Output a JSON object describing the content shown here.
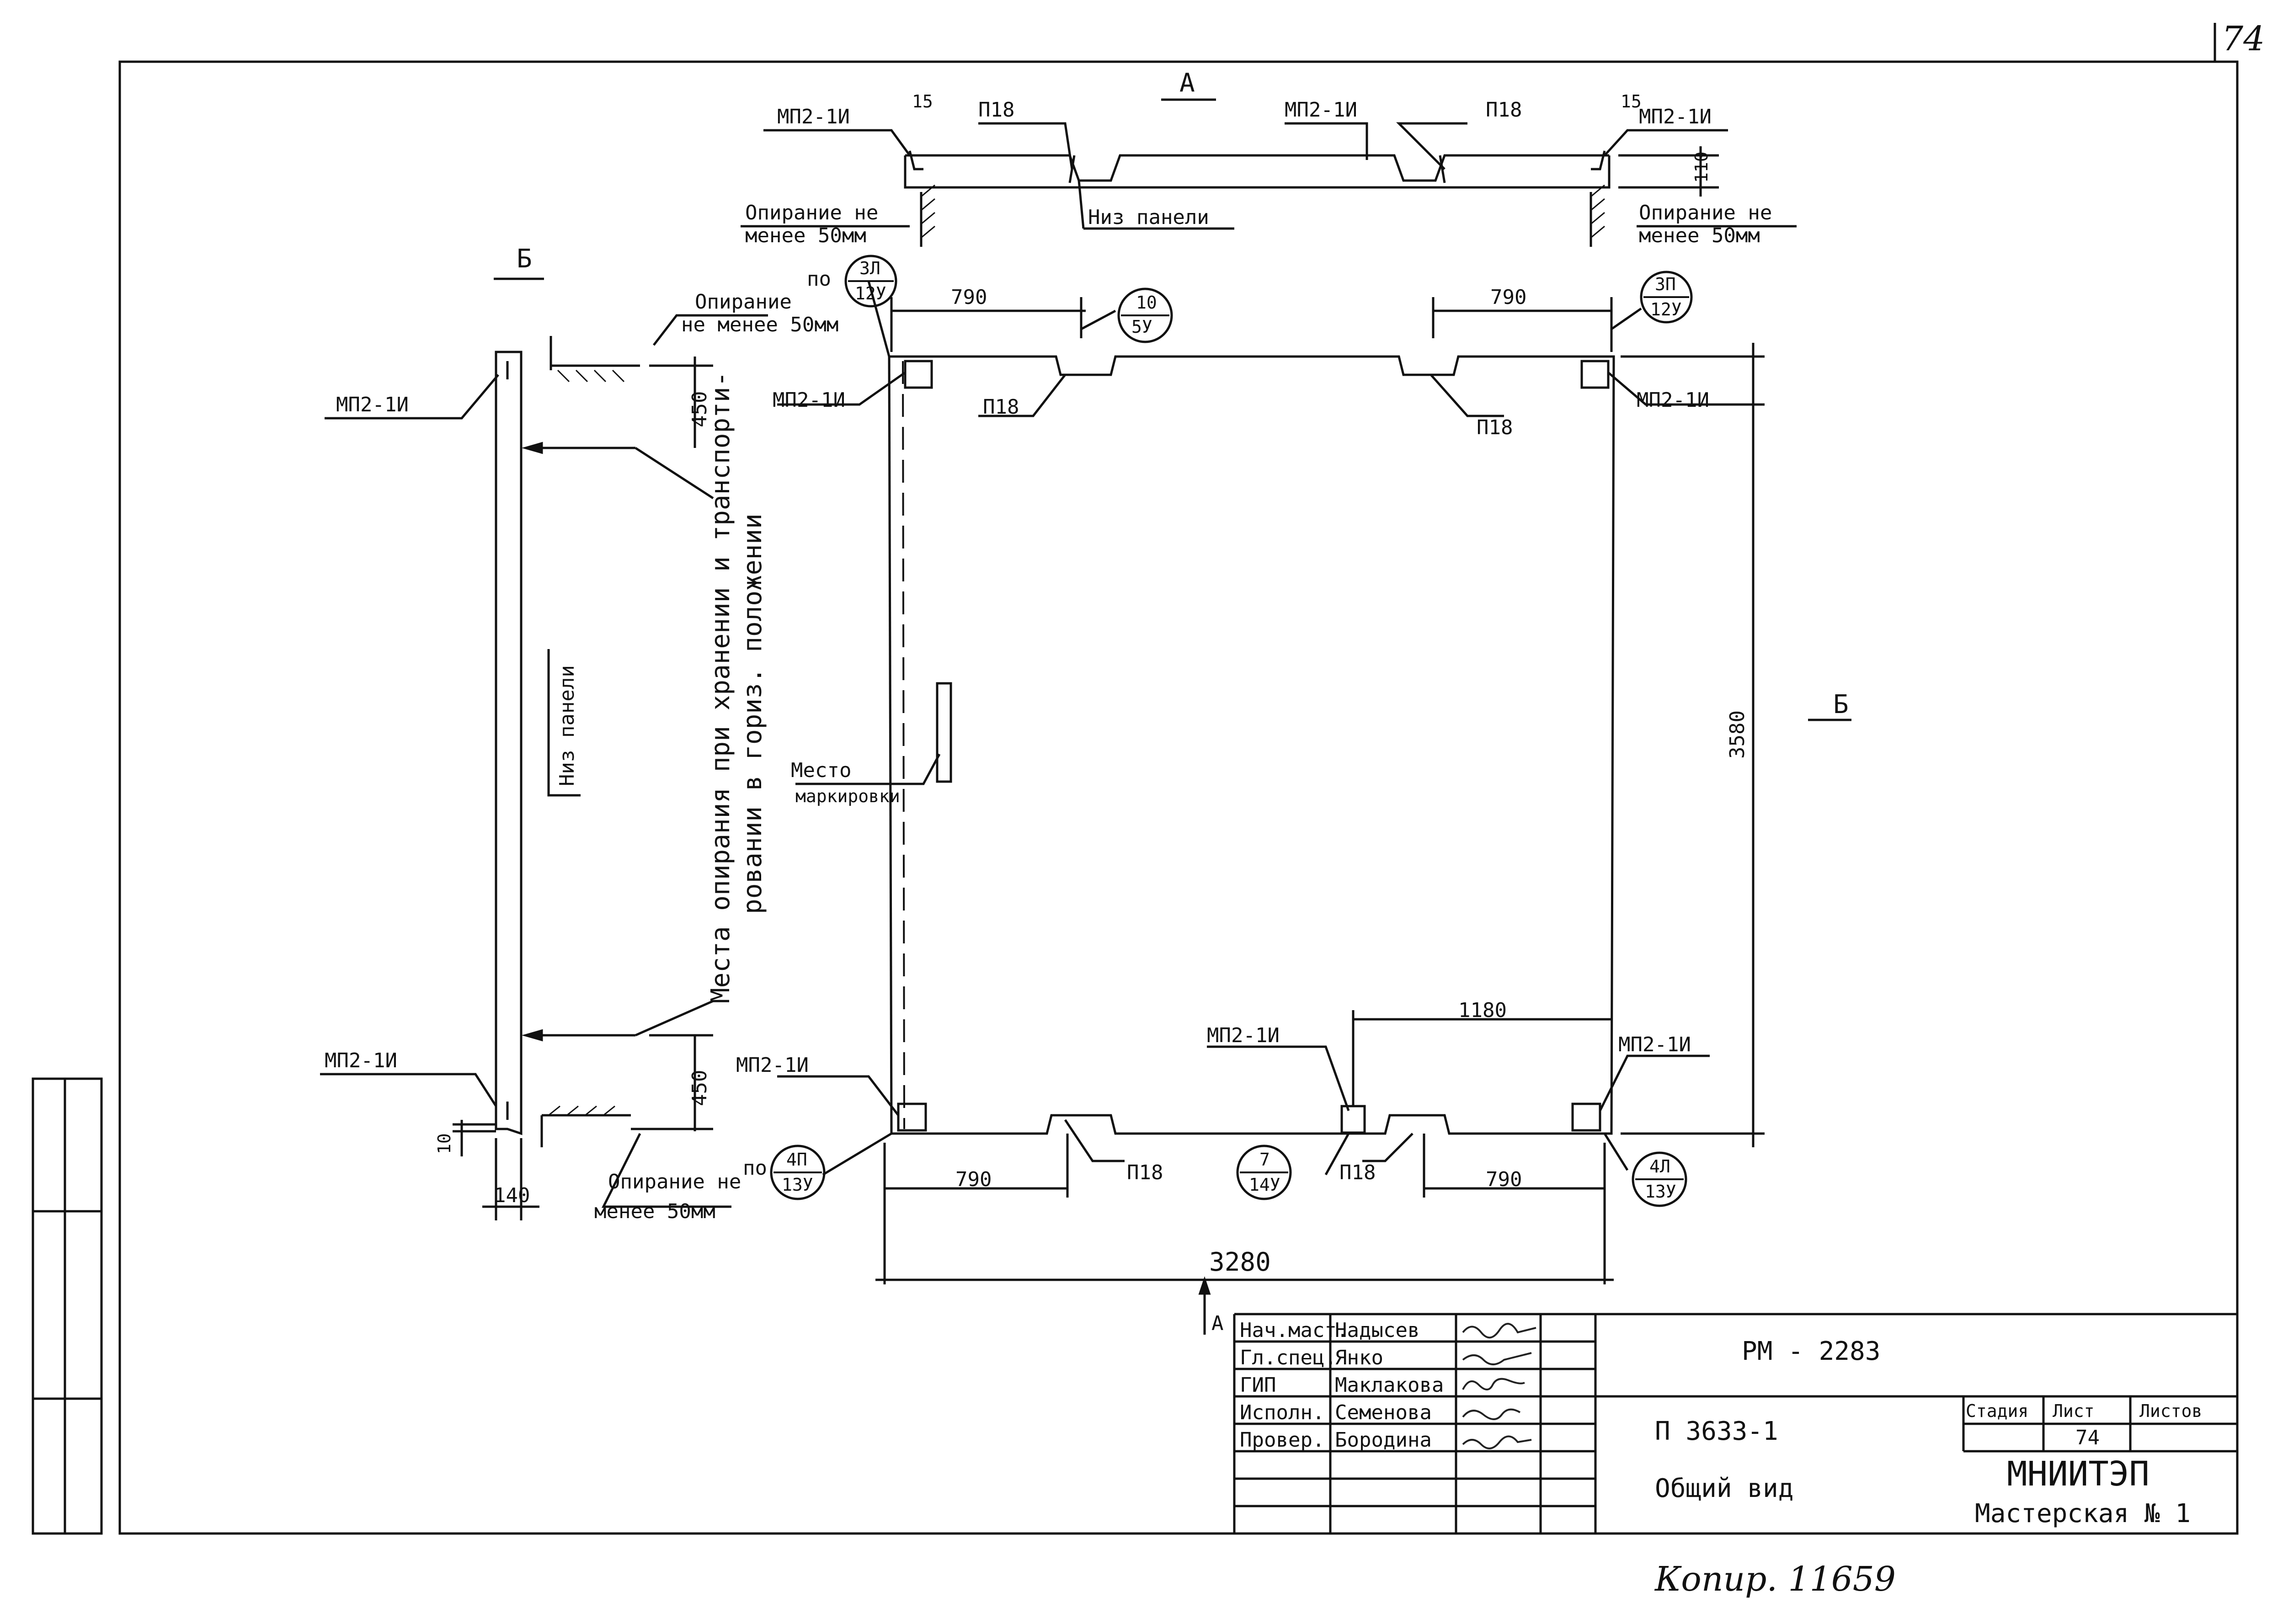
{
  "page_number": "74",
  "section_a": {
    "title": "А",
    "labels": {
      "mp_left": "МП2-1И",
      "p_left": "П18",
      "mp_center": "МП2-1И",
      "p_right": "П18",
      "mp_right": "МП2-1И",
      "dim_15_left": "15",
      "dim_15_right": "15",
      "dim_110": "110",
      "bottom_panel": "Низ панели",
      "support_left_1": "Опирание не",
      "support_left_2": "менее 50мм",
      "support_right_1": "Опирание не",
      "support_right_2": "менее 50мм"
    }
  },
  "plan": {
    "top_dim_left": "790",
    "top_dim_right": "790",
    "right_dim": "3580",
    "bottom_dim_left": "790",
    "bottom_dim_right": "790",
    "bottom_total": "3280",
    "inner_dim": "1180",
    "marking_1": "Место",
    "marking_2": "маркировки",
    "section_arrow_b": "Б",
    "section_arrow_a": "А",
    "po_top": "по",
    "po_bottom": "по",
    "labels": {
      "mp_tl": "МП2-1И",
      "mp_tr": "МП2-1И",
      "mp_bl": "МП2-1И",
      "mp_bc": "МП2-1И",
      "mp_br": "МП2-1И",
      "p_tl": "П18",
      "p_tr": "П18",
      "p_bl": "П18",
      "p_bc": "П18"
    },
    "callouts": [
      {
        "top": "3Л",
        "bottom": "12У"
      },
      {
        "top": "10",
        "bottom": "5У"
      },
      {
        "top": "3П",
        "bottom": "12У"
      },
      {
        "top": "4П",
        "bottom": "13У"
      },
      {
        "top": "7",
        "bottom": "14У"
      },
      {
        "top": "4Л",
        "bottom": "13У"
      }
    ]
  },
  "section_b": {
    "title": "Б",
    "labels": {
      "mp_top": "МП2-1И",
      "mp_bottom": "МП2-1И",
      "bottom_panel": "Низ панели",
      "dim_450_top": "450",
      "dim_450_bottom": "450",
      "dim_10": "10",
      "dim_140": "140",
      "support_top_1": "Опирание",
      "support_top_2": "не менее 50мм",
      "support_bottom_1": "Опирание не",
      "support_bottom_2": "менее 50мм",
      "storage_1": "Места опирания при хранении и транспорти-",
      "storage_2": "ровании в гориз. положении"
    }
  },
  "title_block": {
    "roles": [
      "Нач.маст.",
      "Гл.спец.",
      "ГИП",
      "Исполн.",
      "Провер."
    ],
    "names": [
      "Надысев",
      "Янко",
      "Маклакова",
      "Семенова",
      "Бородина"
    ],
    "doc_code": "РМ - 2283",
    "product": "П 3633-1",
    "sheet_name": "Общий вид",
    "col_stage": "Стадия",
    "col_sheet": "Лист",
    "col_sheets": "Листов",
    "sheet_no": "74",
    "org_1": "МНИИТЭП",
    "org_2": "Мастерская № 1"
  },
  "footer_note": "Копир. 11659"
}
